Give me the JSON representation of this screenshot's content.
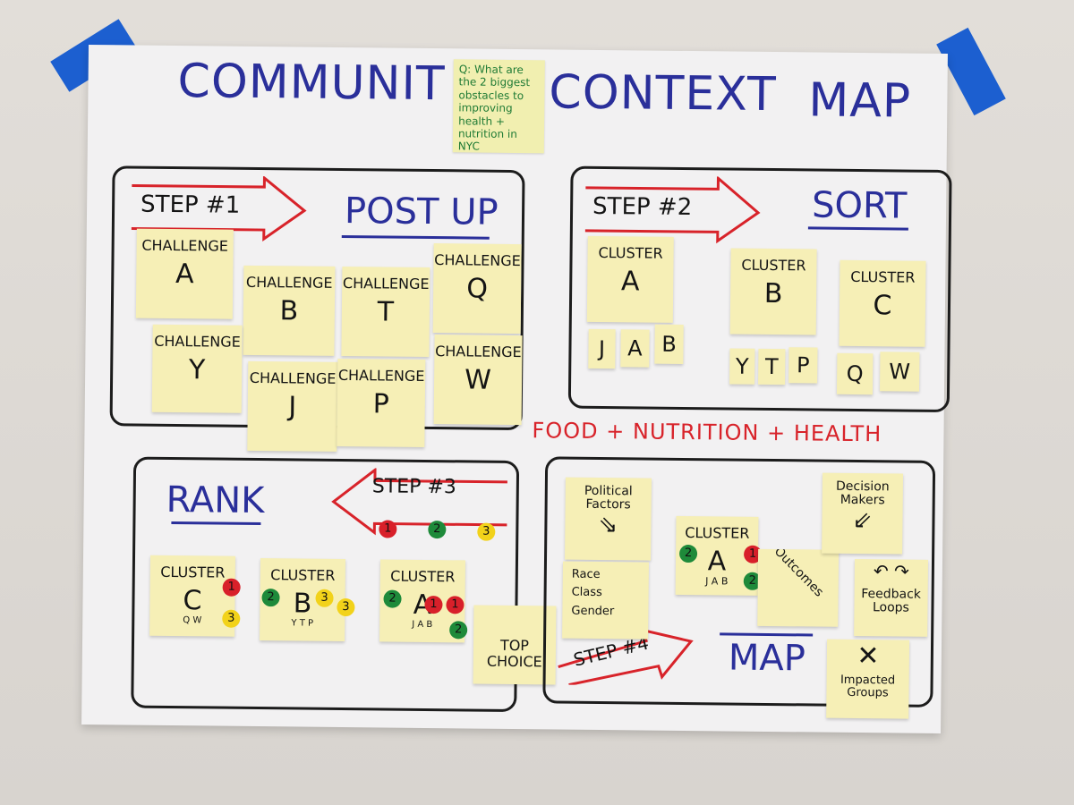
{
  "title": {
    "word1": "COMMUNIT",
    "word2": "CONTEXT",
    "word3": "MAP"
  },
  "question_note": "Q: What are the 2 biggest obstacles to improving health + nutrition in NYC",
  "colors": {
    "blue_ink": "#2a2f9a",
    "red_ink": "#d8232a",
    "black_ink": "#141414",
    "tape": "#1c5fd0",
    "sticky": "#f6efb6",
    "dot_red": "#d8202a",
    "dot_green": "#1e8a3a",
    "dot_yellow": "#f2d21a"
  },
  "panels": {
    "step1": {
      "step_label": "STEP #1",
      "heading": "POST UP",
      "stickies": [
        {
          "l1": "CHALLENGE",
          "l2": "A"
        },
        {
          "l1": "CHALLENGE",
          "l2": "B"
        },
        {
          "l1": "CHALLENGE",
          "l2": "T"
        },
        {
          "l1": "CHALLENGE",
          "l2": "Q"
        },
        {
          "l1": "CHALLENGE",
          "l2": "Y"
        },
        {
          "l1": "CHALLENGE",
          "l2": "J"
        },
        {
          "l1": "CHALLENGE",
          "l2": "P"
        },
        {
          "l1": "CHALLENGE",
          "l2": "W"
        }
      ]
    },
    "step2": {
      "step_label": "STEP #2",
      "heading": "SORT",
      "clusters": [
        {
          "l1": "CLUSTER",
          "l2": "A",
          "members": [
            "J",
            "A",
            "B"
          ]
        },
        {
          "l1": "CLUSTER",
          "l2": "B",
          "members": [
            "Y",
            "T",
            "P"
          ]
        },
        {
          "l1": "CLUSTER",
          "l2": "C",
          "members": [
            "Q",
            "W"
          ]
        }
      ]
    },
    "center_label": "FOOD + NUTRITION + HEALTH",
    "step3": {
      "step_label": "STEP #3",
      "heading": "RANK",
      "legend": [
        "1",
        "2",
        "3"
      ],
      "clusters": [
        {
          "l1": "CLUSTER",
          "l2": "C",
          "sub": "Q   W",
          "dots": [
            "1",
            "3"
          ]
        },
        {
          "l1": "CLUSTER",
          "l2": "B",
          "sub": "Y   T   P",
          "dots": [
            "2",
            "3",
            "3"
          ]
        },
        {
          "l1": "CLUSTER",
          "l2": "A",
          "sub": "J   A   B",
          "dots": [
            "2",
            "1",
            "1",
            "2"
          ]
        }
      ],
      "top_choice": "TOP CHOICE"
    },
    "step4": {
      "step_label": "STEP #4",
      "heading": "MAP",
      "political": "Political Factors",
      "factors": [
        "Race",
        "Class",
        "Gender"
      ],
      "cluster": {
        "l1": "CLUSTER",
        "l2": "A",
        "sub": "J A B",
        "dots": [
          "2",
          "1",
          "2"
        ]
      },
      "outcomes": "Outcomes",
      "decision_makers": "Decision Makers",
      "feedback": "Feedback Loops",
      "impacted": "Impacted Groups"
    }
  }
}
